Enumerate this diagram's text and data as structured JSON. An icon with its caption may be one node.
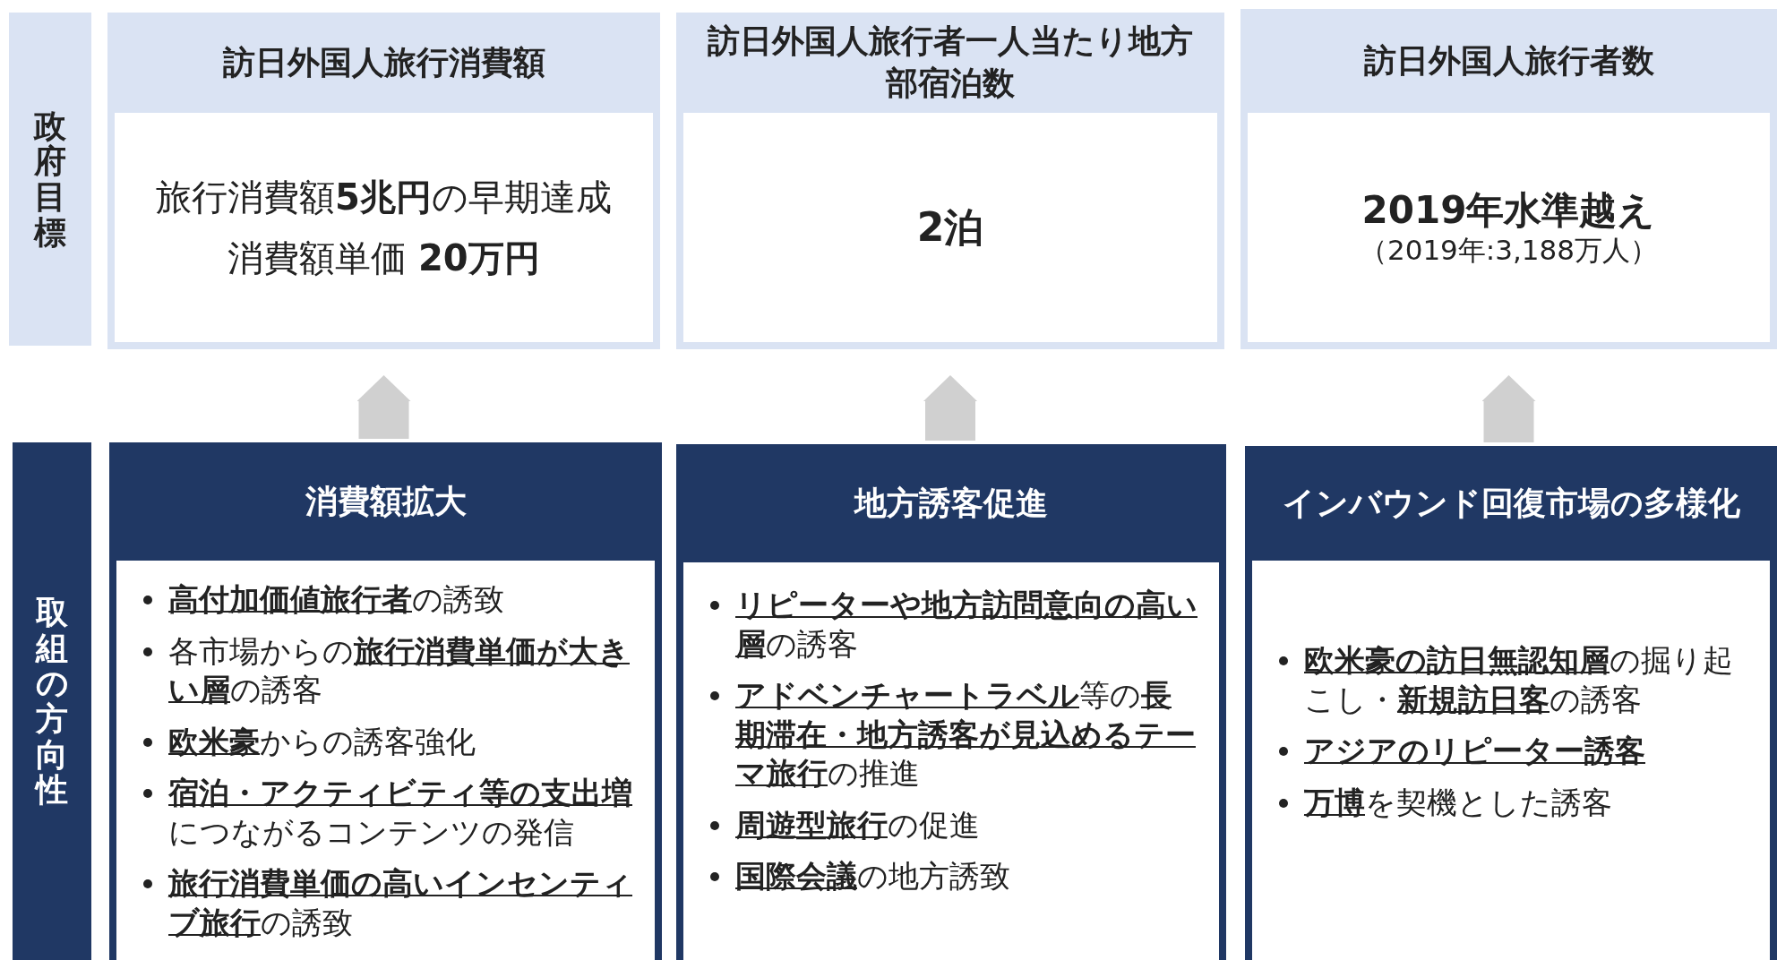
{
  "diagram": {
    "nodes": [
      {
        "text": [
          "政府目標"
        ]
      },
      {
        "text": [
          "訪日外国人旅行消費額",
          "旅行消費額**5兆円**の早期達成",
          "消費額単価 **20万円**"
        ]
      },
      {
        "text": [
          "訪日外国人旅行者一人当たり地方部宿泊数",
          "2泊"
        ]
      },
      {
        "text": [
          "訪日外国人旅行者数",
          "2019年水準越え",
          "（2019年:3,188万人）"
        ]
      },
      {
        "text": [
          "取組の方向性"
        ]
      },
      {
        "text": [
          "消費額拡大",
          "**高付加価値旅行者**の誘致",
          "各市場からの**旅行消費単価が大きい層**の誘客",
          "**欧米豪**からの誘客強化",
          "**宿泊・アクティビティ等の支出増**につながるコンテンツの発信",
          "**旅行消費単価の高いインセンティブ旅行**の誘致"
        ]
      },
      {
        "text": [
          "地方誘客促進",
          "**リピーターや地方訪問意向の高い層**の誘客",
          "**アドベンチャートラベル**等の**長期滞在・地方誘客が見込めるテーマ旅行**の推進",
          "**周遊型旅行**の促進",
          "**国際会議**の地方誘致"
        ]
      },
      {
        "text": [
          "インバウンド回復市場の多様化",
          "**欧米豪の訪日無認知層**の掘り起こし・**新規訪日客**の誘客",
          "**アジアのリピーター誘客**",
          "**万博**を契機とした誘客"
        ]
      }
    ],
    "edges": [
      {
        "from": 5,
        "to": 1,
        "arrow": "to"
      },
      {
        "from": 6,
        "to": 2,
        "arrow": "to"
      },
      {
        "from": 7,
        "to": 3,
        "arrow": "to"
      }
    ]
  }
}
